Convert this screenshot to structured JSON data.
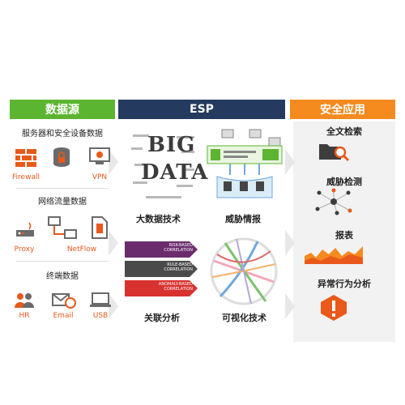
{
  "headers": {
    "sources": "数据源",
    "esp": "ESP",
    "apps": "安全应用"
  },
  "sources": {
    "group1_title": "服务器和安全设备数据",
    "firewall": "Firewall",
    "vpn": "VPN",
    "group2_title": "网络流量数据",
    "proxy": "Proxy",
    "netflow": "NetFlow",
    "group3_title": "终端数据",
    "hr": "HR",
    "email": "Email",
    "usb": "USB"
  },
  "esp": {
    "bigdata_word1": "BIG",
    "bigdata_word2": "DATA",
    "bigdata_label": "大数据技术",
    "threat_label": "威胁情报",
    "correlation_rows": [
      {
        "line1": "RISK-BASED",
        "line2": "CORRELATION"
      },
      {
        "line1": "RULE-BASED",
        "line2": "CORRELATION"
      },
      {
        "line1": "ANOMALY-BASED",
        "line2": "CORRELATION"
      }
    ],
    "correlation_label": "关联分析",
    "visual_label": "可视化技术"
  },
  "apps": {
    "fulltext": "全文检索",
    "threat_detect": "威胁检测",
    "report": "报表",
    "behavior": "异常行为分析"
  },
  "colors": {
    "green": "#5cb531",
    "navy": "#243a5e",
    "orange": "#f58a1f",
    "icon_orange": "#e8591a"
  }
}
